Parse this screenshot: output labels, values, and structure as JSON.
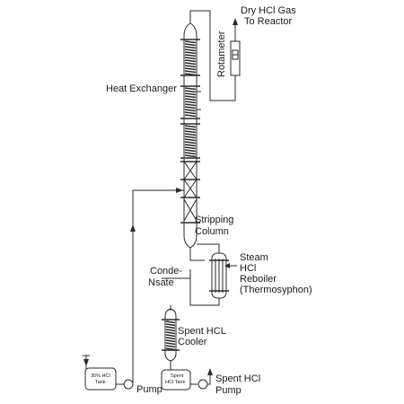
{
  "diagram": {
    "labels": {
      "dry_hcl_line1": "Dry HCl Gas",
      "dry_hcl_line2": "To Reactor",
      "rotameter": "Rotameter",
      "heat_exchanger": "Heat Exchanger",
      "stripping_line1": "Stripping",
      "stripping_line2": "Column",
      "steam": "Steam",
      "reboiler_line1": "HCl",
      "reboiler_line2": "Reboiler",
      "reboiler_line3": "(Thermosyphon)",
      "condensate_line1": "Conde-",
      "condensate_line2": "Nsate",
      "cooler_line1": "Spent HCL",
      "cooler_line2": "Cooler",
      "tank30_line1": "30% HCl",
      "tank30_line2": "Tank",
      "pump": "Pump",
      "spent_tank_line1": "Spent",
      "spent_tank_line2": "HCl Tank",
      "spent_pump_line1": "Spent HCl",
      "spent_pump_line2": "Pump"
    }
  }
}
